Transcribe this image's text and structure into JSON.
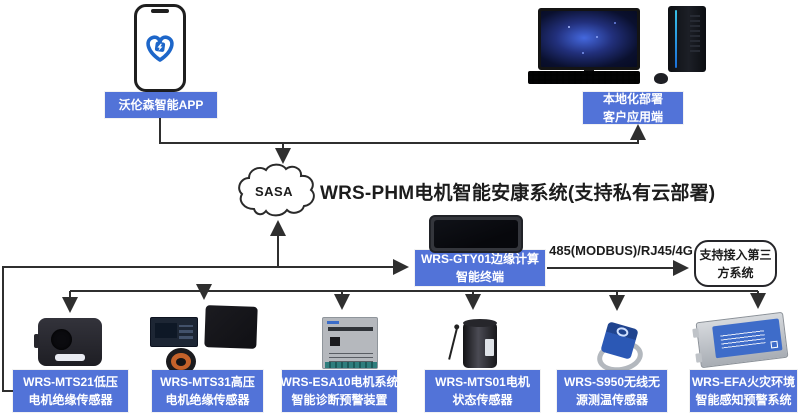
{
  "title": "WRS-PHM电机智能安康系统(支持私有云部署)",
  "cloud": {
    "label": "SASA"
  },
  "app_node": {
    "label": "沃伦森智能APP"
  },
  "client_node": {
    "line1": "本地化部署",
    "line2": "客户应用端"
  },
  "edge_node": {
    "line1": "WRS-GTY01边缘计算",
    "line2": "智能终端"
  },
  "link": {
    "label": "485(MODBUS)/RJ45/4G"
  },
  "third_party": {
    "line1": "支持接入第三",
    "line2": "方系统"
  },
  "devices": [
    {
      "line1": "WRS-MTS21低压",
      "line2": "电机绝缘传感器"
    },
    {
      "line1": "WRS-MTS31高压",
      "line2": "电机绝缘传感器"
    },
    {
      "line1": "WRS-ESA10电机系统",
      "line2": "智能诊断预警装置"
    },
    {
      "line1": "WRS-MTS01电机",
      "line2": "状态传感器"
    },
    {
      "line1": "WRS-S950无线无",
      "line2": "源测温传感器"
    },
    {
      "line1": "WRS-EFA火灾环境",
      "line2": "智能感知预警系统"
    }
  ],
  "colors": {
    "label_bg": "#5273d8",
    "line": "#2f2f2f",
    "logo_blue": "#1d66c9",
    "screen_glow": "#2a4fd0"
  }
}
